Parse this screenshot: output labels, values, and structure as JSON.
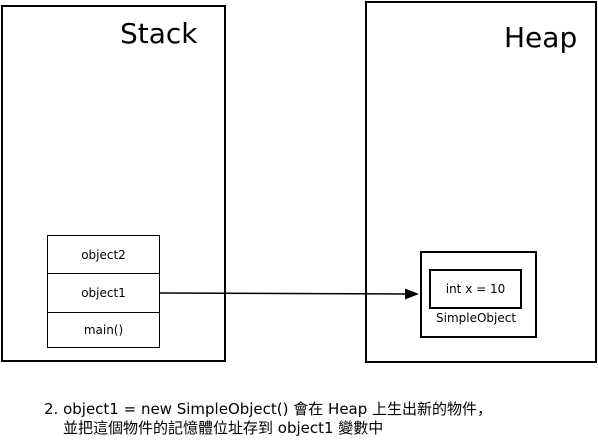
{
  "stack": {
    "title": "Stack",
    "frames": [
      "object2",
      "object1",
      "main()"
    ]
  },
  "heap": {
    "title": "Heap",
    "object": {
      "field": "int x = 10",
      "class_name": "SimpleObject"
    }
  },
  "caption": {
    "line1": "2. object1 = new SimpleObject() 會在 Heap 上生出新的物件，",
    "line2": "並把這個物件的記憶體位址存到 object1 變數中"
  }
}
